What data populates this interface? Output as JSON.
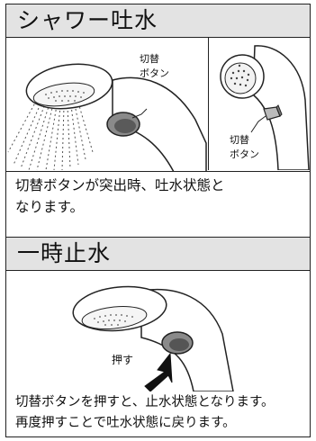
{
  "sections": [
    {
      "title": "シャワー吐水",
      "button_label_main": [
        "切替",
        "ボタン"
      ],
      "button_label_inset": [
        "切替",
        "ボタン"
      ],
      "description_lines": [
        "切替ボタンが突出時、吐水状態と",
        "なります。"
      ]
    },
    {
      "title": "一時止水",
      "press_label": "押す",
      "description_lines": [
        "切替ボタンを押すと、止水状態となります。",
        "再度押すことで吐水状態に戻ります。"
      ]
    }
  ]
}
